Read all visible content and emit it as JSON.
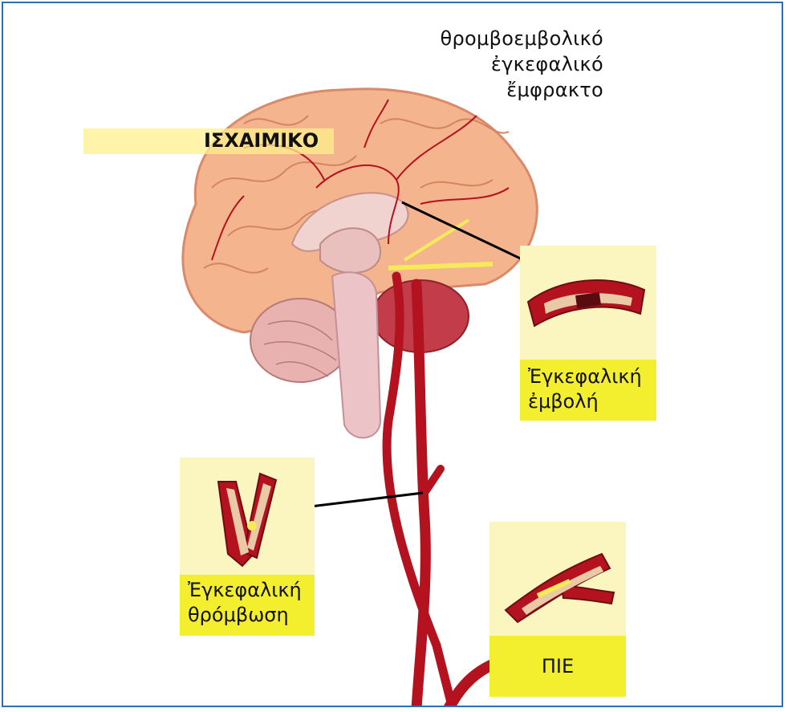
{
  "title_lines": [
    "θρομβοεμβολικό",
    "ἐγκεφαλικό",
    "ἔμφρακτο"
  ],
  "band_label": "ΙΣΧΑΙΜΙΚΟ",
  "callouts": {
    "embolism": [
      "Ἐγκεφαλική",
      "ἐμβολή"
    ],
    "thrombosis": [
      "Ἐγκεφαλική",
      "θρόμβωση"
    ],
    "pie": "ΠΙΕ"
  },
  "colors": {
    "frame": "#2a6fb0",
    "brain": "#f3b48e",
    "artery": "#b3121e",
    "label_yellow": "#f4ef2e",
    "panel_yellow": "#fbf6bf"
  }
}
